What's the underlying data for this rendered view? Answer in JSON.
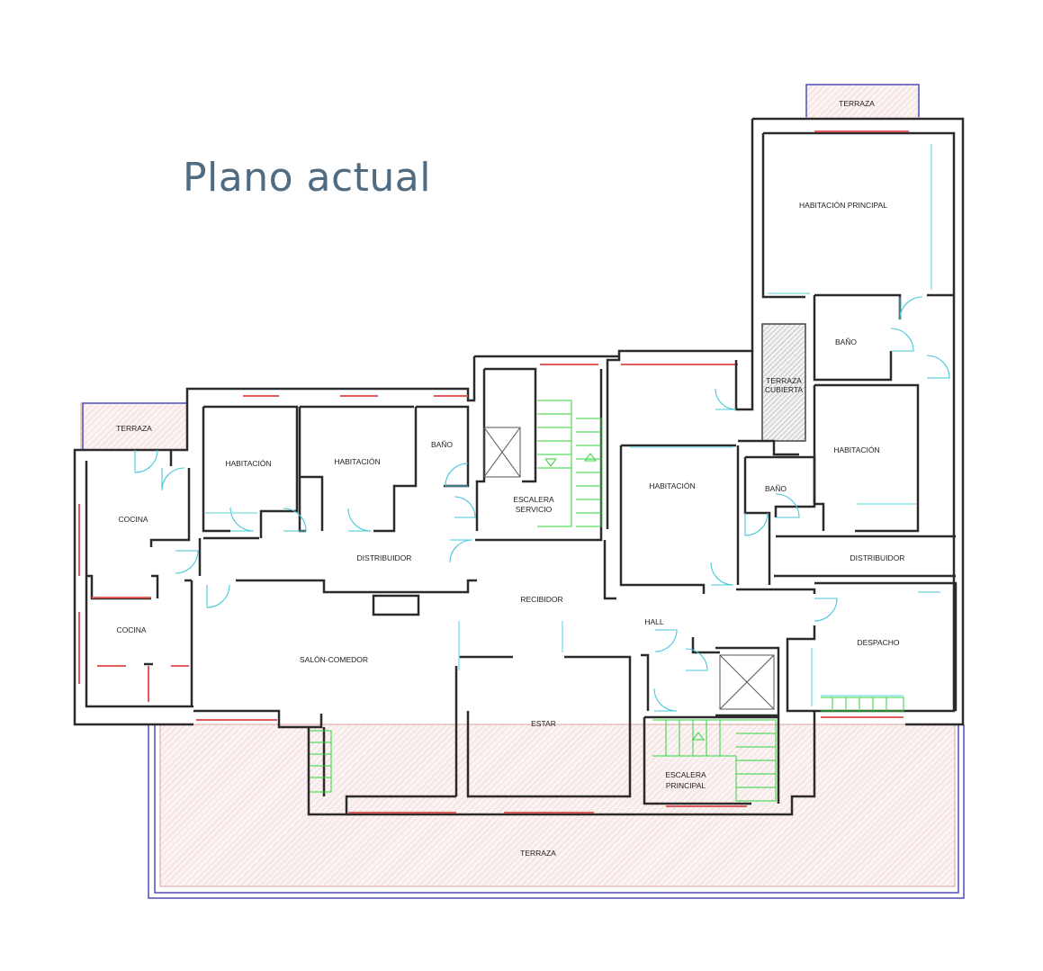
{
  "title": "Plano actual",
  "rooms": {
    "terraza_top": "TERRAZA",
    "habitacion_principal": "HABITACIÓN PRINCIPAL",
    "bano_right": "BAÑO",
    "terraza_cubierta_1": "TERRAZA",
    "terraza_cubierta_2": "CUBIERTA",
    "habitacion_right": "HABITACIÓN",
    "bano_mid": "BAÑO",
    "distribuidor_right": "DISTRIBUIDOR",
    "habitacion_center": "HABITACIÓN",
    "despacho": "DESPACHO",
    "hall": "HALL",
    "recibidor": "RECIBIDOR",
    "escalera_servicio_1": "ESCALERA",
    "escalera_servicio_2": "SERVICIO",
    "bano_left": "BAÑO",
    "habitacion_left1": "HABITACIÓN",
    "habitacion_left2": "HABITACIÓN",
    "distribuidor_left": "DISTRIBUIDOR",
    "terraza_left": "TERRAZA",
    "cocina_1": "COCINA",
    "cocina_2": "COCINA",
    "salon_comedor": "SALÓN-COMEDOR",
    "estar": "ESTAR",
    "escalera_principal_1": "ESCALERA",
    "escalera_principal_2": "PRINCIPAL",
    "terraza_bottom": "TERRAZA"
  },
  "colors": {
    "title": "#4f6b82",
    "wall": "#2b2b2b",
    "window": "#e35a5a",
    "door": "#45c7d8",
    "stair": "#2fd43a",
    "terrace_border": "#4a4dba"
  }
}
